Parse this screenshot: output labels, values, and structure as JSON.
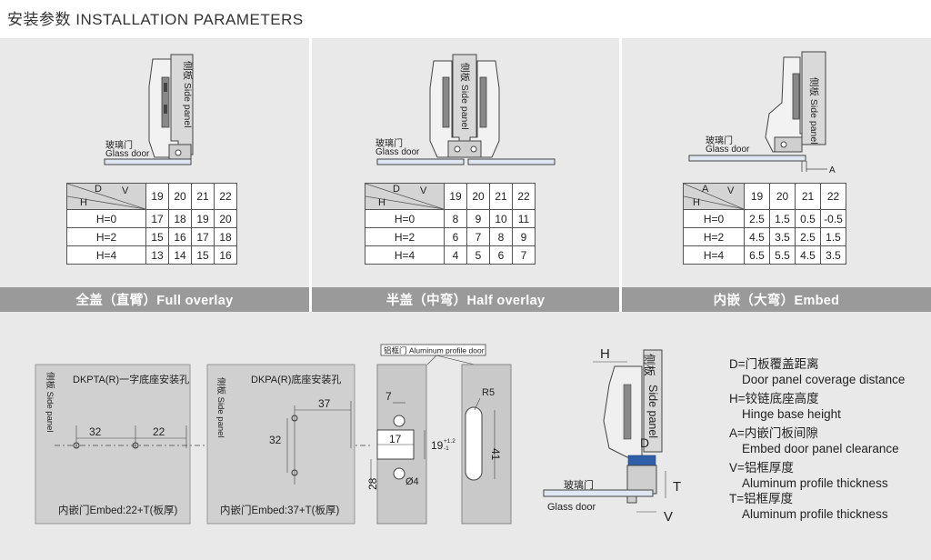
{
  "page": {
    "title": "安装参数  INSTALLATION PARAMETERS"
  },
  "labels": {
    "side_panel": "侧板 Side panel",
    "side_panel_cn": "侧板",
    "side_panel_en": "Side panel",
    "glass_door_cn": "玻璃门",
    "glass_door_en": "Glass door",
    "gap_a": "A",
    "aluminum_profile_door": "铝框门 Aluminum profile door"
  },
  "panels": [
    {
      "caption": "全盖（直臂）Full overlay",
      "table": {
        "corner_top": "D",
        "corner_right": "V",
        "corner_bottom": "H",
        "columns": [
          "19",
          "20",
          "21",
          "22"
        ],
        "rows": [
          {
            "h": "H=0",
            "values": [
              "17",
              "18",
              "19",
              "20"
            ]
          },
          {
            "h": "H=2",
            "values": [
              "15",
              "16",
              "17",
              "18"
            ]
          },
          {
            "h": "H=4",
            "values": [
              "13",
              "14",
              "15",
              "16"
            ]
          }
        ]
      }
    },
    {
      "caption": "半盖（中弯）Half overlay",
      "table": {
        "corner_top": "D",
        "corner_right": "V",
        "corner_bottom": "H",
        "columns": [
          "19",
          "20",
          "21",
          "22"
        ],
        "rows": [
          {
            "h": "H=0",
            "values": [
              "8",
              "9",
              "10",
              "11"
            ]
          },
          {
            "h": "H=2",
            "values": [
              "6",
              "7",
              "8",
              "9"
            ]
          },
          {
            "h": "H=4",
            "values": [
              "4",
              "5",
              "6",
              "7"
            ]
          }
        ]
      }
    },
    {
      "caption": "内嵌（大弯）Embed",
      "table": {
        "corner_top": "A",
        "corner_right": "V",
        "corner_bottom": "H",
        "columns": [
          "19",
          "20",
          "21",
          "22"
        ],
        "rows": [
          {
            "h": "H=0",
            "values": [
              "2.5",
              "1.5",
              "0.5",
              "-0.5"
            ]
          },
          {
            "h": "H=2",
            "values": [
              "4.5",
              "3.5",
              "2.5",
              "1.5"
            ]
          },
          {
            "h": "H=4",
            "values": [
              "6.5",
              "5.5",
              "4.5",
              "3.5"
            ]
          }
        ]
      }
    }
  ],
  "drawings": {
    "dkpta": {
      "title": "DKPTA(R)一字底座安装孔",
      "dim_a": "32",
      "dim_b": "22",
      "note": "内嵌门Embed:22+T(板厚)"
    },
    "dkpa": {
      "title": "DKPA(R)底座安装孔",
      "dim_a": "37",
      "dim_b": "32",
      "note": "内嵌门Embed:37+T(板厚)"
    },
    "profile": {
      "dim_top": "7",
      "dim_slot": "17",
      "dim_height": "19",
      "tol_plus": "+1.2",
      "tol_minus": "-1",
      "dim_bottom": "28",
      "hole": "Ø4",
      "radius": "R5",
      "length": "41"
    },
    "section": {
      "h": "H",
      "d": "D",
      "t": "T",
      "v": "V"
    }
  },
  "legend": [
    {
      "cn": "D=门板覆盖距离",
      "en": "Door panel coverage distance"
    },
    {
      "cn": "H=铰链底座高度",
      "en": "Hinge base height"
    },
    {
      "cn": "A=内嵌门板间隙",
      "en": "Embed door panel clearance"
    },
    {
      "cn": "V=铝框厚度",
      "en": "Aluminum profile thickness"
    },
    {
      "cn": "T=铝框厚度",
      "en": "Aluminum profile  thickness"
    }
  ],
  "colors": {
    "panel_bg": "#e9e9e9",
    "caption_bg": "#9a9a9a",
    "highlight": "#2e5fa8",
    "glass": "#dfe8f2"
  }
}
